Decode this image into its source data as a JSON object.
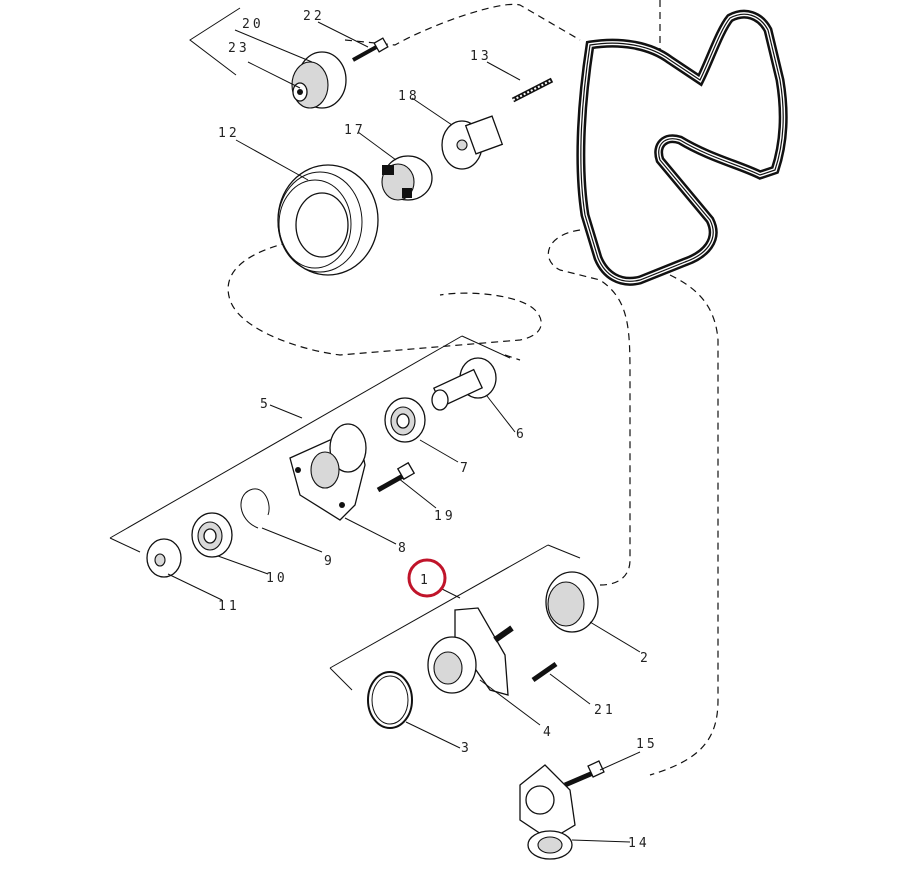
{
  "diagram": {
    "callouts": [
      {
        "id": "label-1",
        "text": "1"
      },
      {
        "id": "label-2",
        "text": "2"
      },
      {
        "id": "label-3",
        "text": "3"
      },
      {
        "id": "label-4",
        "text": "4"
      },
      {
        "id": "label-5",
        "text": "5"
      },
      {
        "id": "label-6",
        "text": "6"
      },
      {
        "id": "label-7",
        "text": "7"
      },
      {
        "id": "label-8",
        "text": "8"
      },
      {
        "id": "label-9",
        "text": "9"
      },
      {
        "id": "label-10",
        "text": "10"
      },
      {
        "id": "label-11",
        "text": "11"
      },
      {
        "id": "label-12",
        "text": "12"
      },
      {
        "id": "label-13",
        "text": "13"
      },
      {
        "id": "label-14",
        "text": "14"
      },
      {
        "id": "label-15",
        "text": "15"
      },
      {
        "id": "label-17",
        "text": "17"
      },
      {
        "id": "label-18",
        "text": "18"
      },
      {
        "id": "label-19",
        "text": "19"
      },
      {
        "id": "label-20",
        "text": "20"
      },
      {
        "id": "label-21",
        "text": "21"
      },
      {
        "id": "label-22",
        "text": "22"
      },
      {
        "id": "label-23",
        "text": "23"
      }
    ],
    "highlight": {
      "target": "1",
      "color": "#c0142a"
    },
    "colors": {
      "line": "#111111",
      "background": "#ffffff"
    }
  }
}
